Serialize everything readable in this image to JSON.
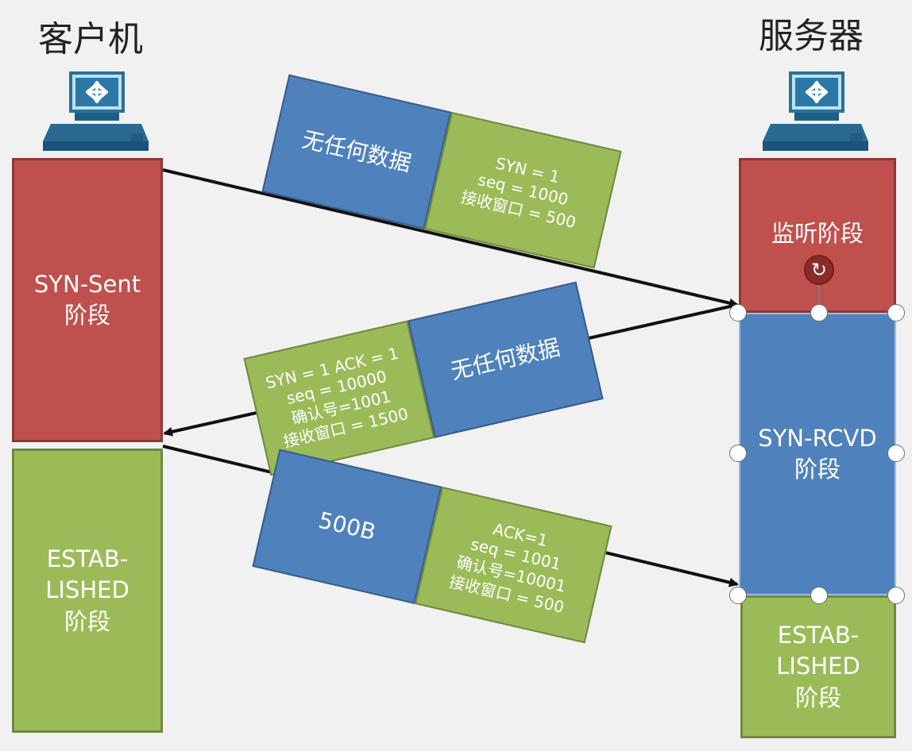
{
  "titles": {
    "client": "客户机",
    "server": "服务器"
  },
  "icons": {
    "client": "network-computer-icon",
    "server": "network-computer-icon",
    "rotate": "rotate-handle-icon"
  },
  "client_states": {
    "syn_sent": "SYN-Sent\n阶段",
    "established": "ESTAB-\nLISHED\n阶段"
  },
  "server_states": {
    "listen": "监听阶段",
    "syn_rcvd": "SYN-RCVD\n阶段",
    "established": "ESTAB-\nLISHED\n阶段"
  },
  "packets": [
    {
      "data": "无任何数据",
      "header": "SYN = 1\nseq = 1000\n接收窗口 = 500"
    },
    {
      "header": "SYN = 1 ACK = 1\nseq = 10000\n确认号=1001\n接收窗口 = 1500",
      "data": "无任何数据"
    },
    {
      "data": "500B",
      "header": "ACK=1\nseq = 1001\n确认号=10001\n接收窗口 = 500"
    }
  ],
  "colors": {
    "red": "#c0504d",
    "green": "#9bbb59",
    "blue": "#4f81bd",
    "background": "#f1f1f1"
  }
}
